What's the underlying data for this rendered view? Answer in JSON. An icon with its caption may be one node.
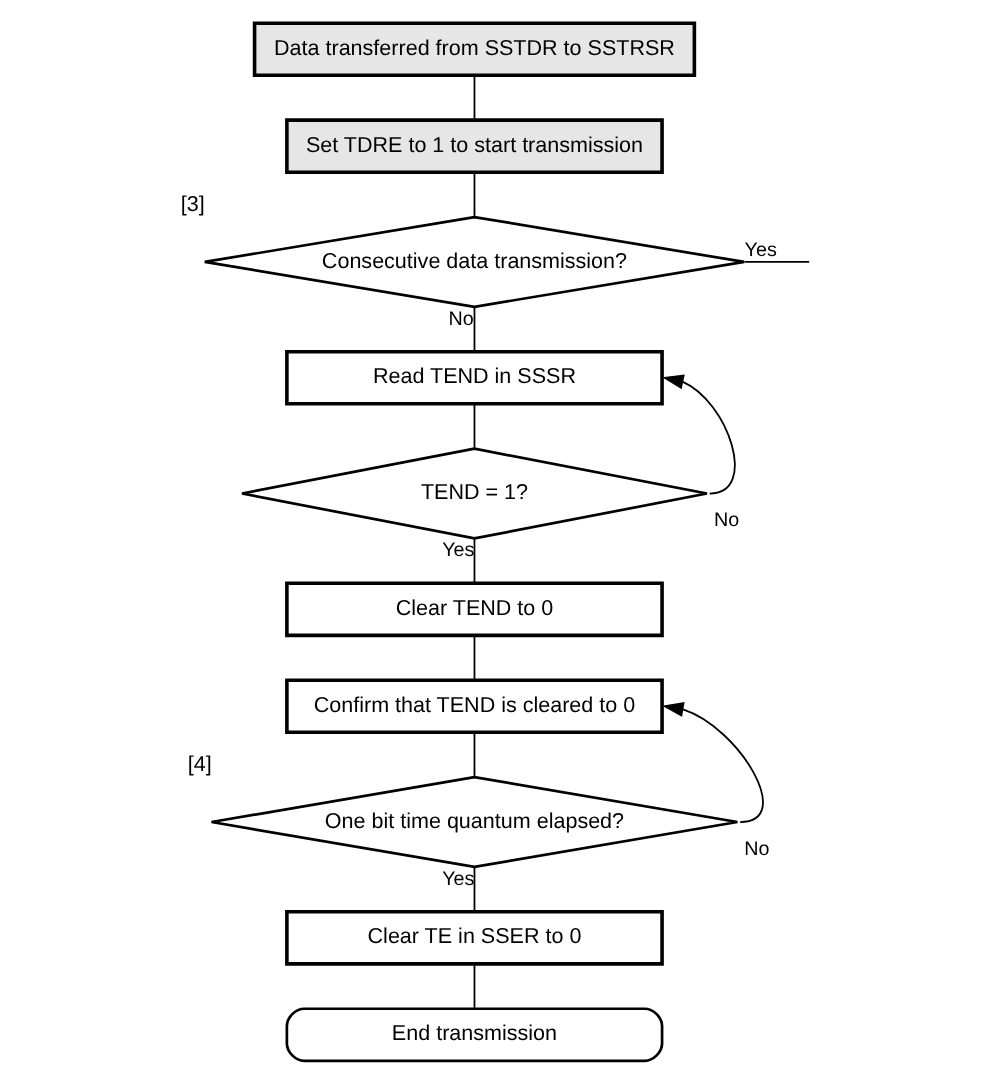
{
  "diagram": {
    "nodes": [
      {
        "text": [
          "Data transferred from SSTDR to SSTRSR"
        ]
      },
      {
        "text": [
          "Set TDRE to 1 to start transmission"
        ]
      },
      {
        "text": [
          "Consecutive data transmission?"
        ],
        "beside": [
          "[3]"
        ]
      },
      {
        "text": [
          "Read TEND in SSSR"
        ]
      },
      {
        "text": [
          "TEND = 1?"
        ]
      },
      {
        "text": [
          "Clear TEND to 0"
        ]
      },
      {
        "text": [
          "Confirm that TEND is cleared to 0"
        ]
      },
      {
        "text": [
          "One bit time quantum elapsed?"
        ],
        "beside": [
          "[4]"
        ]
      },
      {
        "text": [
          "Clear TE in SSER to 0"
        ]
      },
      {
        "text": [
          "End transmission"
        ]
      }
    ],
    "edges": [
      {
        "from": 0,
        "to": 1,
        "arrow": "none"
      },
      {
        "from": 1,
        "to": 2,
        "arrow": "none"
      },
      {
        "from": 2,
        "to": null,
        "arrow": "none",
        "label": "Yes"
      },
      {
        "from": 2,
        "to": 3,
        "arrow": "none",
        "label": "No"
      },
      {
        "from": 3,
        "to": 4,
        "arrow": "none"
      },
      {
        "from": 4,
        "to": 3,
        "arrow": "to",
        "label": "No"
      },
      {
        "from": 4,
        "to": 5,
        "arrow": "none",
        "label": "Yes"
      },
      {
        "from": 5,
        "to": 6,
        "arrow": "none"
      },
      {
        "from": 6,
        "to": 7,
        "arrow": "none"
      },
      {
        "from": 7,
        "to": 6,
        "arrow": "to",
        "label": "No"
      },
      {
        "from": 7,
        "to": 8,
        "arrow": "none",
        "label": "Yes"
      },
      {
        "from": 8,
        "to": 9,
        "arrow": "none"
      }
    ]
  }
}
